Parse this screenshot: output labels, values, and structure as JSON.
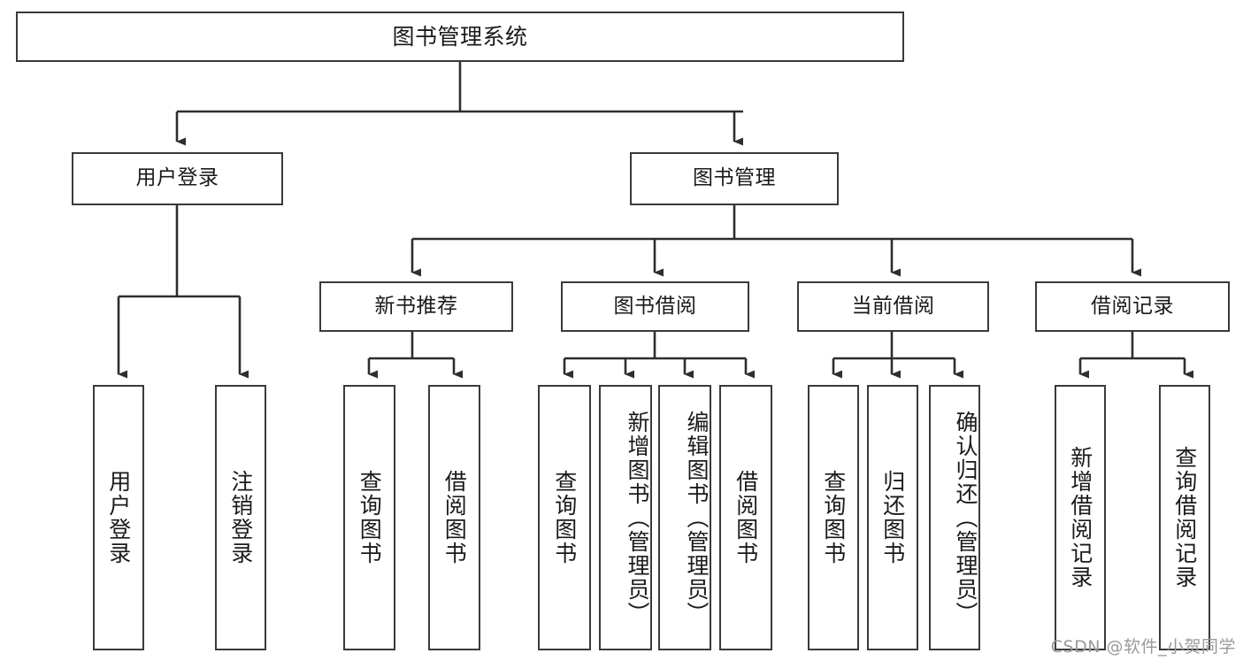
{
  "diagram": {
    "title": "图书管理系统",
    "watermark": "CSDN @软件_小贺同学",
    "colors": {
      "box_border": "#3a3a3a",
      "box_fill": "#ffffff",
      "connector": "#2e2e2e",
      "text": "#1a1a1a",
      "watermark": "#9a9a9a"
    },
    "root": {
      "label": "图书管理系统"
    },
    "level1": [
      {
        "label": "用户登录"
      },
      {
        "label": "图书管理"
      }
    ],
    "level2": [
      {
        "label": "新书推荐"
      },
      {
        "label": "图书借阅"
      },
      {
        "label": "当前借阅"
      },
      {
        "label": "借阅记录"
      }
    ],
    "leaves": {
      "user_login": [
        {
          "label": "用户登录"
        },
        {
          "label": "注销登录"
        }
      ],
      "new_book_recommend": [
        {
          "label": "查询图书"
        },
        {
          "label": "借阅图书"
        }
      ],
      "book_borrow": [
        {
          "label": "查询图书"
        },
        {
          "label": "新增图书（管理员）"
        },
        {
          "label": "编辑图书（管理员）"
        },
        {
          "label": "借阅图书"
        }
      ],
      "current_borrow": [
        {
          "label": "查询图书"
        },
        {
          "label": "归还图书"
        },
        {
          "label": "确认归还（管理员）"
        }
      ],
      "borrow_record": [
        {
          "label": "新增借阅记录"
        },
        {
          "label": "查询借阅记录"
        }
      ]
    }
  }
}
